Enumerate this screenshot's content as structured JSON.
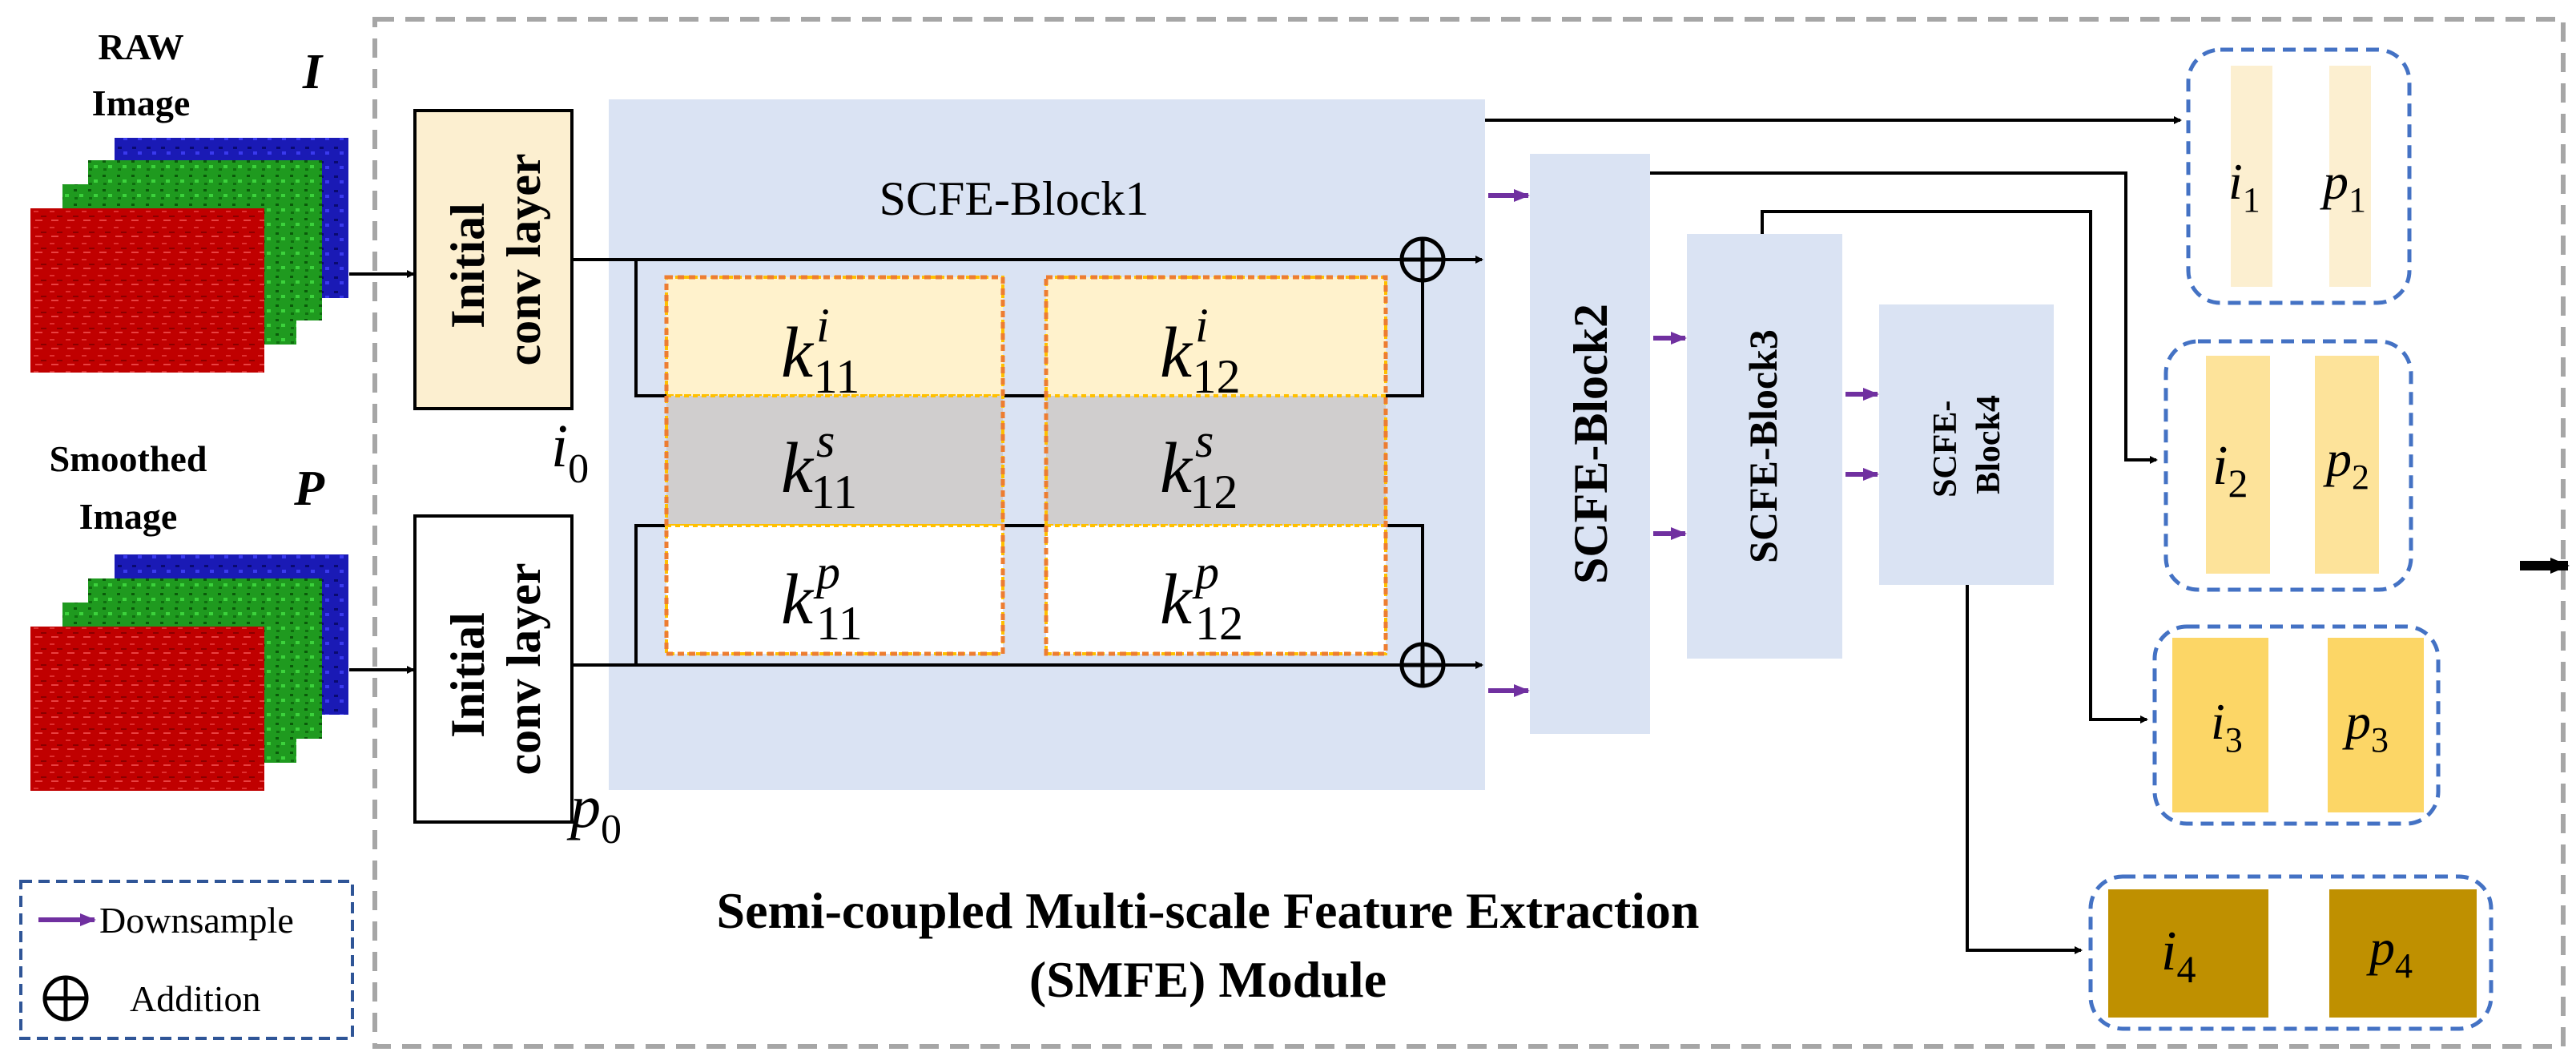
{
  "inputs": {
    "raw_label": [
      "RAW",
      "Image"
    ],
    "raw_symbol": "I",
    "smoothed_label": [
      "Smoothed",
      "Image"
    ],
    "smoothed_symbol": "P"
  },
  "conv": {
    "top_label": [
      "Initial",
      "conv layer"
    ],
    "bottom_label": [
      "Initial",
      "conv layer"
    ],
    "i0": {
      "base": "i",
      "sub": "0"
    },
    "p0": {
      "base": "p",
      "sub": "0"
    }
  },
  "block1": {
    "title": "SCFE-Block1",
    "kernels": [
      {
        "id": "k11i",
        "base": "k",
        "sub": "11",
        "sup": "i"
      },
      {
        "id": "k12i",
        "base": "k",
        "sub": "12",
        "sup": "i"
      },
      {
        "id": "k11s",
        "base": "k",
        "sub": "11",
        "sup": "s"
      },
      {
        "id": "k12s",
        "base": "k",
        "sub": "12",
        "sup": "s"
      },
      {
        "id": "k11p",
        "base": "k",
        "sub": "11",
        "sup": "p"
      },
      {
        "id": "k12p",
        "base": "k",
        "sub": "12",
        "sup": "p"
      }
    ]
  },
  "blocks": {
    "block2": "SCFE-Block2",
    "block3": "SCFE-Block3",
    "block4": [
      "SCFE-",
      "Block4"
    ]
  },
  "outputs": [
    {
      "i": {
        "base": "i",
        "sub": "1"
      },
      "p": {
        "base": "p",
        "sub": "1"
      },
      "color": "#fcefd0"
    },
    {
      "i": {
        "base": "i",
        "sub": "2"
      },
      "p": {
        "base": "p",
        "sub": "2"
      },
      "color": "#fde39a"
    },
    {
      "i": {
        "base": "i",
        "sub": "3"
      },
      "p": {
        "base": "p",
        "sub": "3"
      },
      "color": "#fcd666"
    },
    {
      "i": {
        "base": "i",
        "sub": "4"
      },
      "p": {
        "base": "p",
        "sub": "4"
      },
      "color": "#bf9000"
    }
  ],
  "module_title": [
    "Semi-coupled Multi-scale Feature Extraction",
    "(SMFE) Module"
  ],
  "legend": {
    "downsample": "Downsample",
    "addition": "Addition"
  },
  "colors": {
    "block_fill": "#dae3f3",
    "conv_top_fill": "#fcefd0",
    "kernel_i_fill": "#fff2cc",
    "kernel_s_fill": "#d0cece",
    "downsample_arrow": "#7030a0",
    "dashed_blue": "#2f5597",
    "kernel_border": "#ed7d31"
  }
}
